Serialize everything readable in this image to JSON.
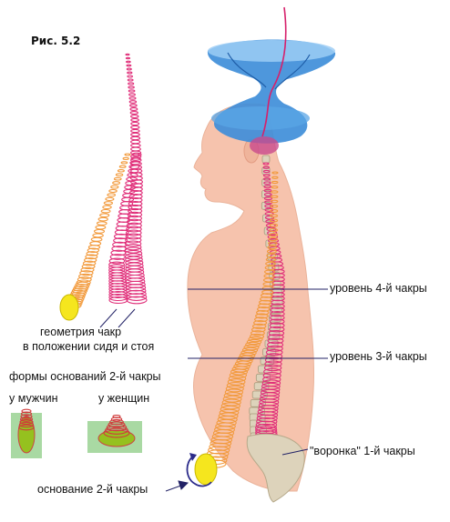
{
  "figure_label": "Рис. 5.2",
  "labels": {
    "geometry_line1": "геометрия чакр",
    "geometry_line2": "в положении сидя и стоя",
    "base_forms": "формы оснований 2-й чакры",
    "men": "у мужчин",
    "women": "у женщин",
    "level4": "уровень 4-й чакры",
    "level3": "уровень 3-й чакры",
    "funnel1": "\"воронка\" 1-й чакры",
    "base2": "основание 2-й чакры"
  },
  "colors": {
    "skin": "#f6c3ad",
    "skin_edge": "#e8a488",
    "funnel_blue": "#3f8ed9",
    "funnel_light": "#9ccdf5",
    "pink_coil": "#e0307a",
    "orange_coil": "#f29a3c",
    "spine": "#ddd3bb",
    "yellow": "#f5e61e",
    "green": "#9acd32",
    "line": "#222266"
  },
  "icons": [
    "head-funnel-icon",
    "rotation-arrow-icon"
  ]
}
